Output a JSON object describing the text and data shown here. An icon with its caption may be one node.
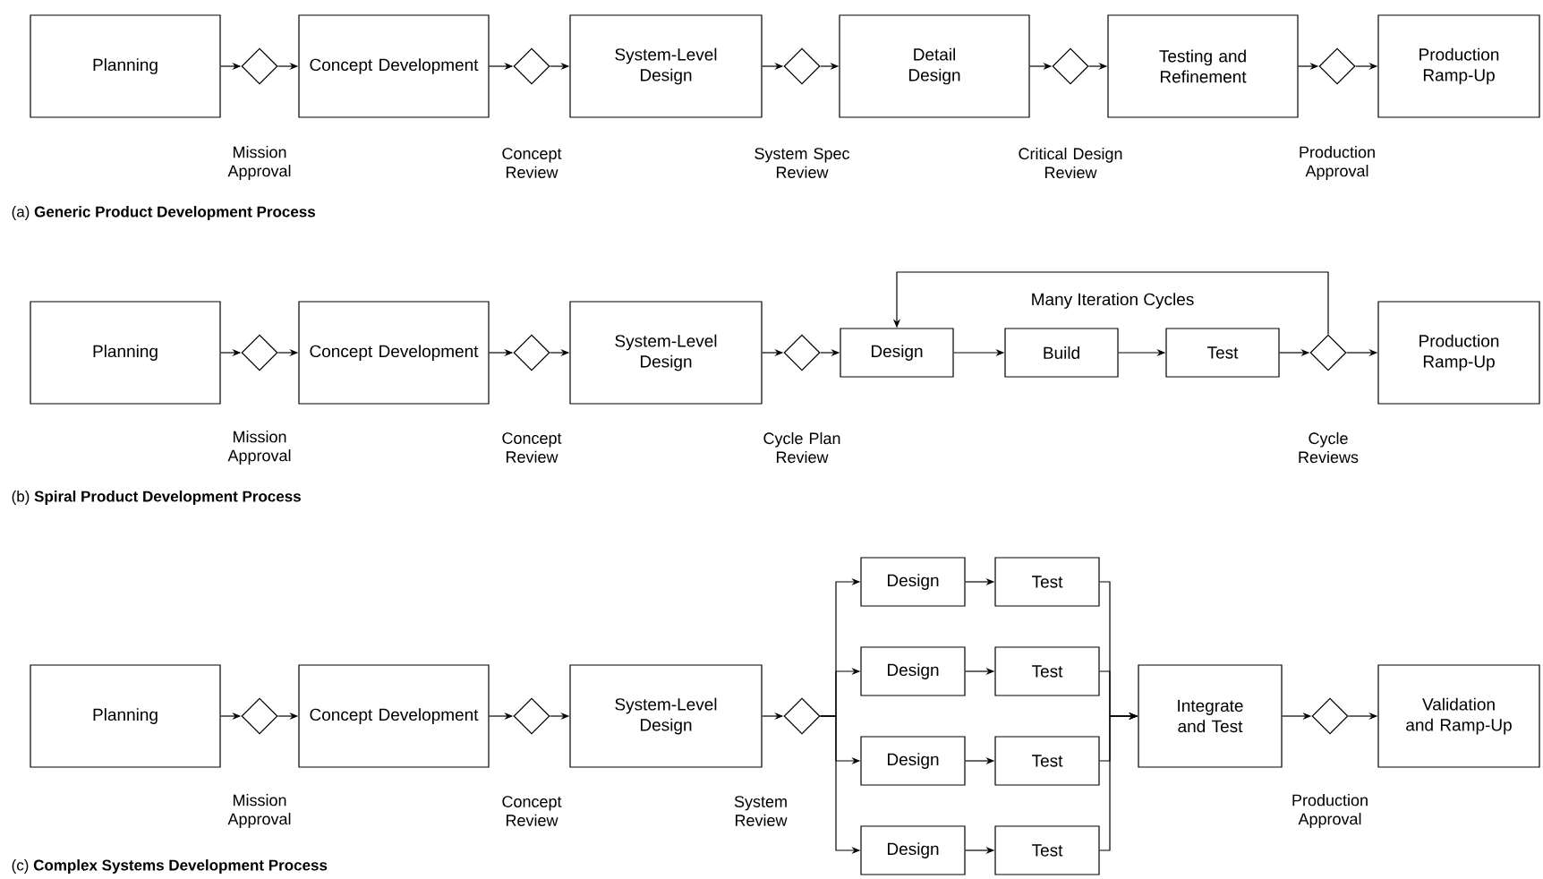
{
  "diagram": {
    "nodes": [
      {
        "text": [
          "Planning"
        ]
      },
      {
        "text": [],
        "shape": "diamond"
      },
      {
        "text": [
          "Concept Development"
        ]
      },
      {
        "text": [],
        "shape": "diamond"
      },
      {
        "text": [
          "System-Level Design"
        ]
      },
      {
        "text": [],
        "shape": "diamond"
      },
      {
        "text": [
          "Detail Design"
        ]
      },
      {
        "text": [],
        "shape": "diamond"
      },
      {
        "text": [
          "Testing and Refinement"
        ]
      },
      {
        "text": [],
        "shape": "diamond"
      },
      {
        "text": [
          "Production Ramp-Up"
        ]
      },
      {
        "text": [
          "Planning"
        ]
      },
      {
        "text": [],
        "shape": "diamond"
      },
      {
        "text": [
          "Concept Development"
        ]
      },
      {
        "text": [],
        "shape": "diamond"
      },
      {
        "text": [
          "System-Level Design"
        ]
      },
      {
        "text": [],
        "shape": "diamond"
      },
      {
        "text": [
          "Design"
        ]
      },
      {
        "text": [
          "Build"
        ]
      },
      {
        "text": [
          "Test"
        ]
      },
      {
        "text": [],
        "shape": "diamond"
      },
      {
        "text": [
          "Production Ramp-Up"
        ]
      },
      {
        "text": [
          "Planning"
        ]
      },
      {
        "text": [],
        "shape": "diamond"
      },
      {
        "text": [
          "Concept Development"
        ]
      },
      {
        "text": [],
        "shape": "diamond"
      },
      {
        "text": [
          "System-Level Design"
        ]
      },
      {
        "text": [],
        "shape": "diamond"
      },
      {
        "text": [
          "Design"
        ]
      },
      {
        "text": [
          "Test"
        ]
      },
      {
        "text": [
          "Design"
        ]
      },
      {
        "text": [
          "Test"
        ]
      },
      {
        "text": [
          "Design"
        ]
      },
      {
        "text": [
          "Test"
        ]
      },
      {
        "text": [
          "Design"
        ]
      },
      {
        "text": [
          "Test"
        ]
      },
      {
        "text": [
          "Integrate and Test"
        ]
      },
      {
        "text": [],
        "shape": "diamond"
      },
      {
        "text": [
          "Validation and Ramp-Up"
        ]
      }
    ],
    "edges": [
      {
        "from": 0,
        "to": 1,
        "arrow": "to"
      },
      {
        "from": 1,
        "to": 2,
        "arrow": "to"
      },
      {
        "from": 2,
        "to": 3,
        "arrow": "to"
      },
      {
        "from": 3,
        "to": 4,
        "arrow": "to"
      },
      {
        "from": 4,
        "to": 5,
        "arrow": "to"
      },
      {
        "from": 5,
        "to": 6,
        "arrow": "to"
      },
      {
        "from": 6,
        "to": 7,
        "arrow": "to"
      },
      {
        "from": 7,
        "to": 8,
        "arrow": "to"
      },
      {
        "from": 8,
        "to": 9,
        "arrow": "to"
      },
      {
        "from": 9,
        "to": 10,
        "arrow": "to"
      },
      {
        "from": 11,
        "to": 12,
        "arrow": "to"
      },
      {
        "from": 12,
        "to": 13,
        "arrow": "to"
      },
      {
        "from": 13,
        "to": 14,
        "arrow": "to"
      },
      {
        "from": 14,
        "to": 15,
        "arrow": "to"
      },
      {
        "from": 15,
        "to": 16,
        "arrow": "to"
      },
      {
        "from": 16,
        "to": 17,
        "arrow": "to"
      },
      {
        "from": 17,
        "to": 18,
        "arrow": "to"
      },
      {
        "from": 18,
        "to": 19,
        "arrow": "to"
      },
      {
        "from": 19,
        "to": 20,
        "arrow": "to"
      },
      {
        "from": 20,
        "to": 21,
        "arrow": "to"
      },
      {
        "from": 20,
        "to": 17,
        "arrow": "to",
        "label": "Many Iteration Cycles"
      },
      {
        "from": 22,
        "to": 23,
        "arrow": "to"
      },
      {
        "from": 23,
        "to": 24,
        "arrow": "to"
      },
      {
        "from": 24,
        "to": 25,
        "arrow": "to"
      },
      {
        "from": 25,
        "to": 26,
        "arrow": "to"
      },
      {
        "from": 26,
        "to": 27,
        "arrow": "to"
      },
      {
        "from": 27,
        "to": 28,
        "arrow": "to"
      },
      {
        "from": 27,
        "to": 30,
        "arrow": "to"
      },
      {
        "from": 27,
        "to": 32,
        "arrow": "to"
      },
      {
        "from": 27,
        "to": 34,
        "arrow": "to"
      },
      {
        "from": 28,
        "to": 29,
        "arrow": "to"
      },
      {
        "from": 30,
        "to": 31,
        "arrow": "to"
      },
      {
        "from": 32,
        "to": 33,
        "arrow": "to"
      },
      {
        "from": 34,
        "to": 35,
        "arrow": "to"
      },
      {
        "from": 29,
        "to": 36,
        "arrow": "to"
      },
      {
        "from": 31,
        "to": 36,
        "arrow": "to"
      },
      {
        "from": 33,
        "to": 36,
        "arrow": "to"
      },
      {
        "from": 35,
        "to": 36,
        "arrow": "to"
      },
      {
        "from": 36,
        "to": 37,
        "arrow": "to"
      },
      {
        "from": 37,
        "to": 38,
        "arrow": "to"
      }
    ],
    "labels": [
      "Mission Approval",
      "Concept Review",
      "System Spec Review",
      "Critical Design Review",
      "Production Approval",
      "(a) **Generic Product Development Process**",
      "Mission Approval",
      "Concept Review",
      "Cycle Plan Review",
      "Cycle Reviews",
      "(b) **Spiral Product Development Process**",
      "Mission Approval",
      "Concept Review",
      "System Review",
      "Production Approval",
      "(c) **Complex Systems Development Process**"
    ]
  }
}
